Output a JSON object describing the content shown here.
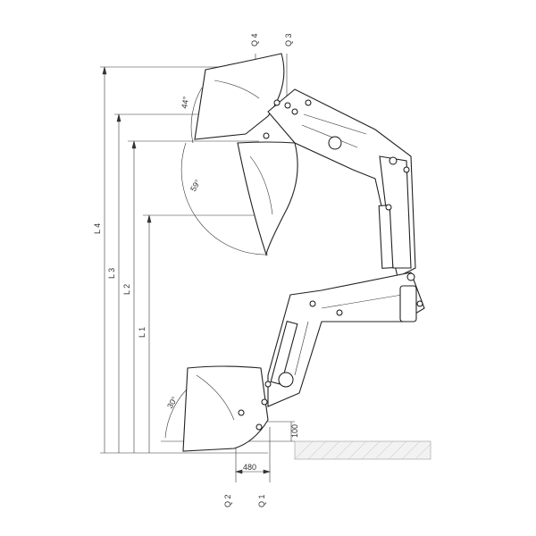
{
  "labels": {
    "q1": "Q 1",
    "q2": "Q 2",
    "q3": "Q 3",
    "q4": "Q 4",
    "l1": "L 1",
    "l2": "L 2",
    "l3": "L 3",
    "l4": "L 4",
    "angle_top": "44°",
    "angle_mid": "59°",
    "angle_bottom": "30°",
    "dim_480": "480",
    "dim_100": "100"
  }
}
